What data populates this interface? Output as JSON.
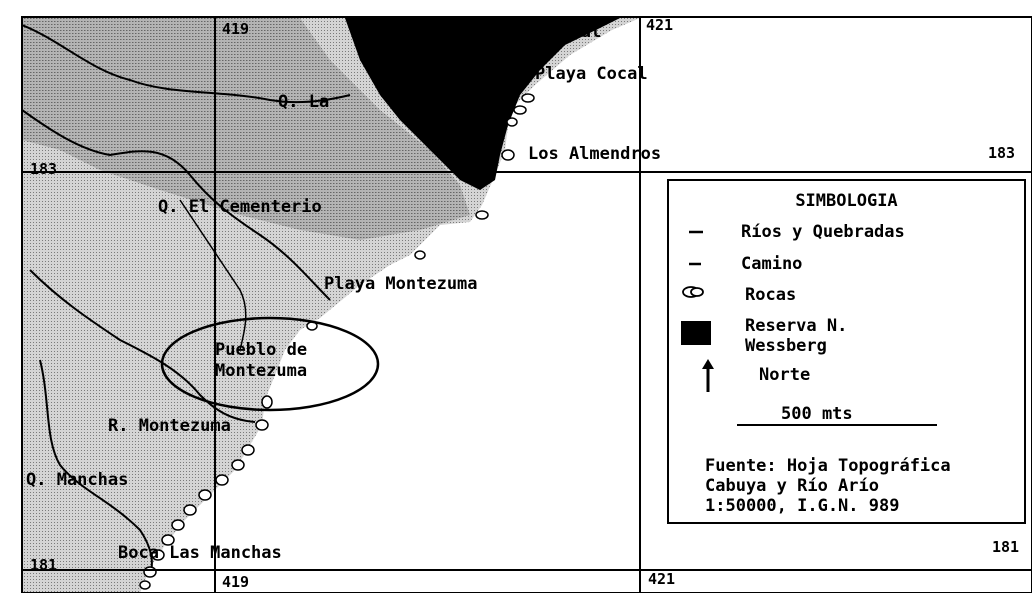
{
  "map": {
    "grid_labels": {
      "top_419": "419",
      "top_421": "421",
      "bottom_419": "419",
      "bottom_421": "421",
      "left_183": "183",
      "right_183": "183",
      "left_181": "181",
      "right_181": "181"
    },
    "places": {
      "cocal_top": "Cocal",
      "playa_cocal": "Playa Cocal",
      "q_la": "Q. La",
      "los_almendros": "Los Almendros",
      "q_el_cementerio": "Q. El Cementerio",
      "playa_montezuma": "Playa Montezuma",
      "pueblo_line1": "Pueblo de",
      "pueblo_line2": "Montezuma",
      "r_montezuma": "R. Montezuma",
      "q_manchas": "Q. Manchas",
      "boca_las_manchas": "Boca Las Manchas"
    },
    "legend": {
      "title": "SIMBOLOGIA",
      "items": [
        {
          "label": "Ríos y Quebradas",
          "symbol": "line"
        },
        {
          "label": "Camino",
          "symbol": "dash"
        },
        {
          "label": "Rocas",
          "symbol": "rock"
        },
        {
          "label_line1": "Reserva N.",
          "label_line2": "Wessberg",
          "symbol": "black-square"
        },
        {
          "label": "Norte",
          "symbol": "north-arrow"
        }
      ],
      "scale": "500 mts",
      "source_line1": "Fuente: Hoja Topográfica",
      "source_line2": "Cabuya y Río Arío",
      "source_line3": "1:50000, I.G.N. 989"
    },
    "colors": {
      "reserve": "#000000",
      "land_dark": "#8a8a8a",
      "land_mid": "#b8b8b8",
      "land_light": "#d8d8d8",
      "sea": "#ffffff"
    }
  }
}
